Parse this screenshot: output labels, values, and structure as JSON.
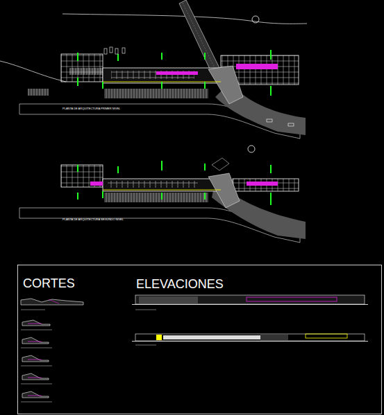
{
  "diagram": {
    "labels": [
      "PLANTA DE ARQUITECTURA PRIMER NIVEL",
      "PLANTA DE ARQUITECTURA SEGUNDO NIVEL",
      "CORTES",
      "ELEVACIONES"
    ]
  }
}
